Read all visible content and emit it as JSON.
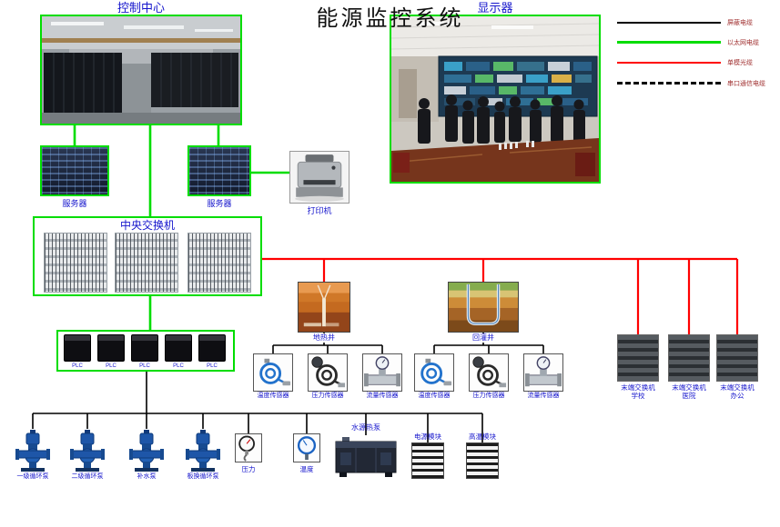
{
  "title": "能源监控系统",
  "header": {
    "control_center": "控制中心",
    "display": "显示器"
  },
  "legend": {
    "items": [
      {
        "label": "屏蔽电缆",
        "color": "#000000",
        "style": "solid"
      },
      {
        "label": "以太网电缆",
        "color": "#00dd00",
        "style": "solid"
      },
      {
        "label": "单模光缆",
        "color": "#ff0000",
        "style": "solid"
      },
      {
        "label": "串口通信电缆",
        "color": "#000000",
        "style": "dashed"
      }
    ]
  },
  "colors": {
    "ethernet_cable": "#00dd00",
    "fiber_cable": "#ff0000",
    "shielded_cable": "#000000",
    "label_blue": "#1414cc"
  },
  "devices": {
    "server_left": "服务器",
    "server_right": "服务器",
    "printer": "打印机",
    "central_switch": "中央交换机",
    "plc_labels": [
      "PLC",
      "PLC",
      "PLC",
      "PLC",
      "PLC"
    ],
    "well_supply": "地热井",
    "well_return": "回灌井",
    "sensors_supply": [
      {
        "label": "温度传感器"
      },
      {
        "label": "压力传感器"
      },
      {
        "label": "流量传感器"
      }
    ],
    "sensors_return": [
      {
        "label": "温度传感器"
      },
      {
        "label": "压力传感器"
      },
      {
        "label": "流量传感器"
      }
    ],
    "terminal_switches": [
      {
        "name": "末端交换机",
        "site": "学校"
      },
      {
        "name": "末端交换机",
        "site": "医院"
      },
      {
        "name": "末端交换机",
        "site": "办公"
      }
    ],
    "pumps": [
      {
        "label": "一级循环泵"
      },
      {
        "label": "二级循环泵"
      },
      {
        "label": "补水泵"
      },
      {
        "label": "板换循环泵"
      }
    ],
    "pressure_gauge": "压力",
    "temperature_gauge": "温度",
    "heat_pump": "水源热泵",
    "module_left": "电源模块",
    "module_right": "高温模块"
  }
}
